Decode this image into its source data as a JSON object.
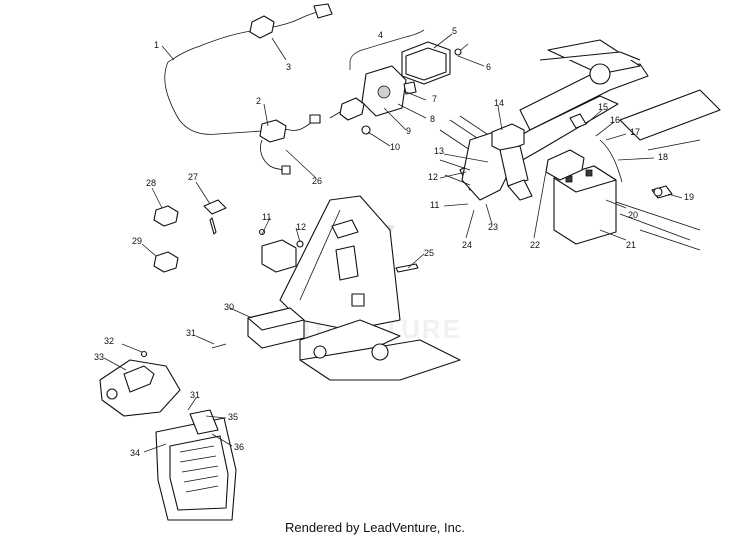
{
  "diagram": {
    "callouts": {
      "c1": "1",
      "c2": "2",
      "c3": "3",
      "c4": "4",
      "c5": "5",
      "c6": "6",
      "c7": "7",
      "c8": "8",
      "c9": "9",
      "c10": "10",
      "c11a": "11",
      "c11b": "11",
      "c12a": "12",
      "c12b": "12",
      "c13": "13",
      "c14": "14",
      "c15": "15",
      "c16": "16",
      "c17": "17",
      "c18": "18",
      "c19": "19",
      "c20": "20",
      "c21": "21",
      "c22": "22",
      "c23": "23",
      "c24": "24",
      "c25": "25",
      "c26": "26",
      "c27": "27",
      "c28": "28",
      "c29": "29",
      "c30": "30",
      "c31a": "31",
      "c31b": "31",
      "c32": "32",
      "c33": "33",
      "c34": "34",
      "c35": "35",
      "c36": "36"
    },
    "watermark": "LEADVENTURE"
  },
  "footer": {
    "text": "Rendered by LeadVenture, Inc."
  }
}
